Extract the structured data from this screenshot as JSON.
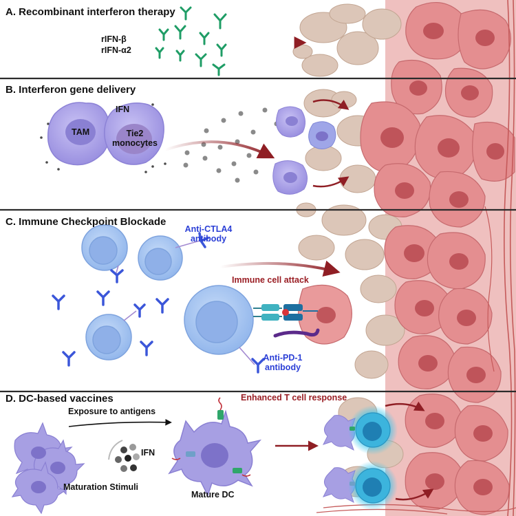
{
  "panels": {
    "a": {
      "title": "A. Recombinant interferon therapy",
      "drug_1": "rIFN-β",
      "drug_2": "rIFN-α2"
    },
    "b": {
      "title": "B. Interferon gene delivery",
      "ifn": "IFN",
      "tam": "TAM",
      "tie2_line1": "Tie2",
      "tie2_line2": "monocytes"
    },
    "c": {
      "title": "C. Immune Checkpoint Blockade",
      "ctla4_line1": "Anti-CTLA4",
      "ctla4_line2": "antibody",
      "attack": "Immune cell attack",
      "pd1_line1": "Anti-PD-1",
      "pd1_line2": "antibody"
    },
    "d": {
      "title": "D. DC-based vaccines",
      "exposure": "Exposure to antigens",
      "ifn": "IFN",
      "enhanced": "Enhanced T cell response",
      "maturation": "Maturation Stimuli",
      "mature_dc": "Mature DC"
    }
  },
  "colors": {
    "panel_divider": "#2b2b2b",
    "tumor_cell": "#e08a8c",
    "tumor_nucleus": "#b94a51",
    "stroma": "#d9c1b3",
    "antibody_green": "#1f9d66",
    "antibody_blue": "#3b56d9",
    "myeloid_purple": "#a79fe3",
    "t_cell_blue": "#9ec0ef",
    "activated_t_cell": "#34b6dc",
    "arrow_red": "#8f1e24"
  }
}
